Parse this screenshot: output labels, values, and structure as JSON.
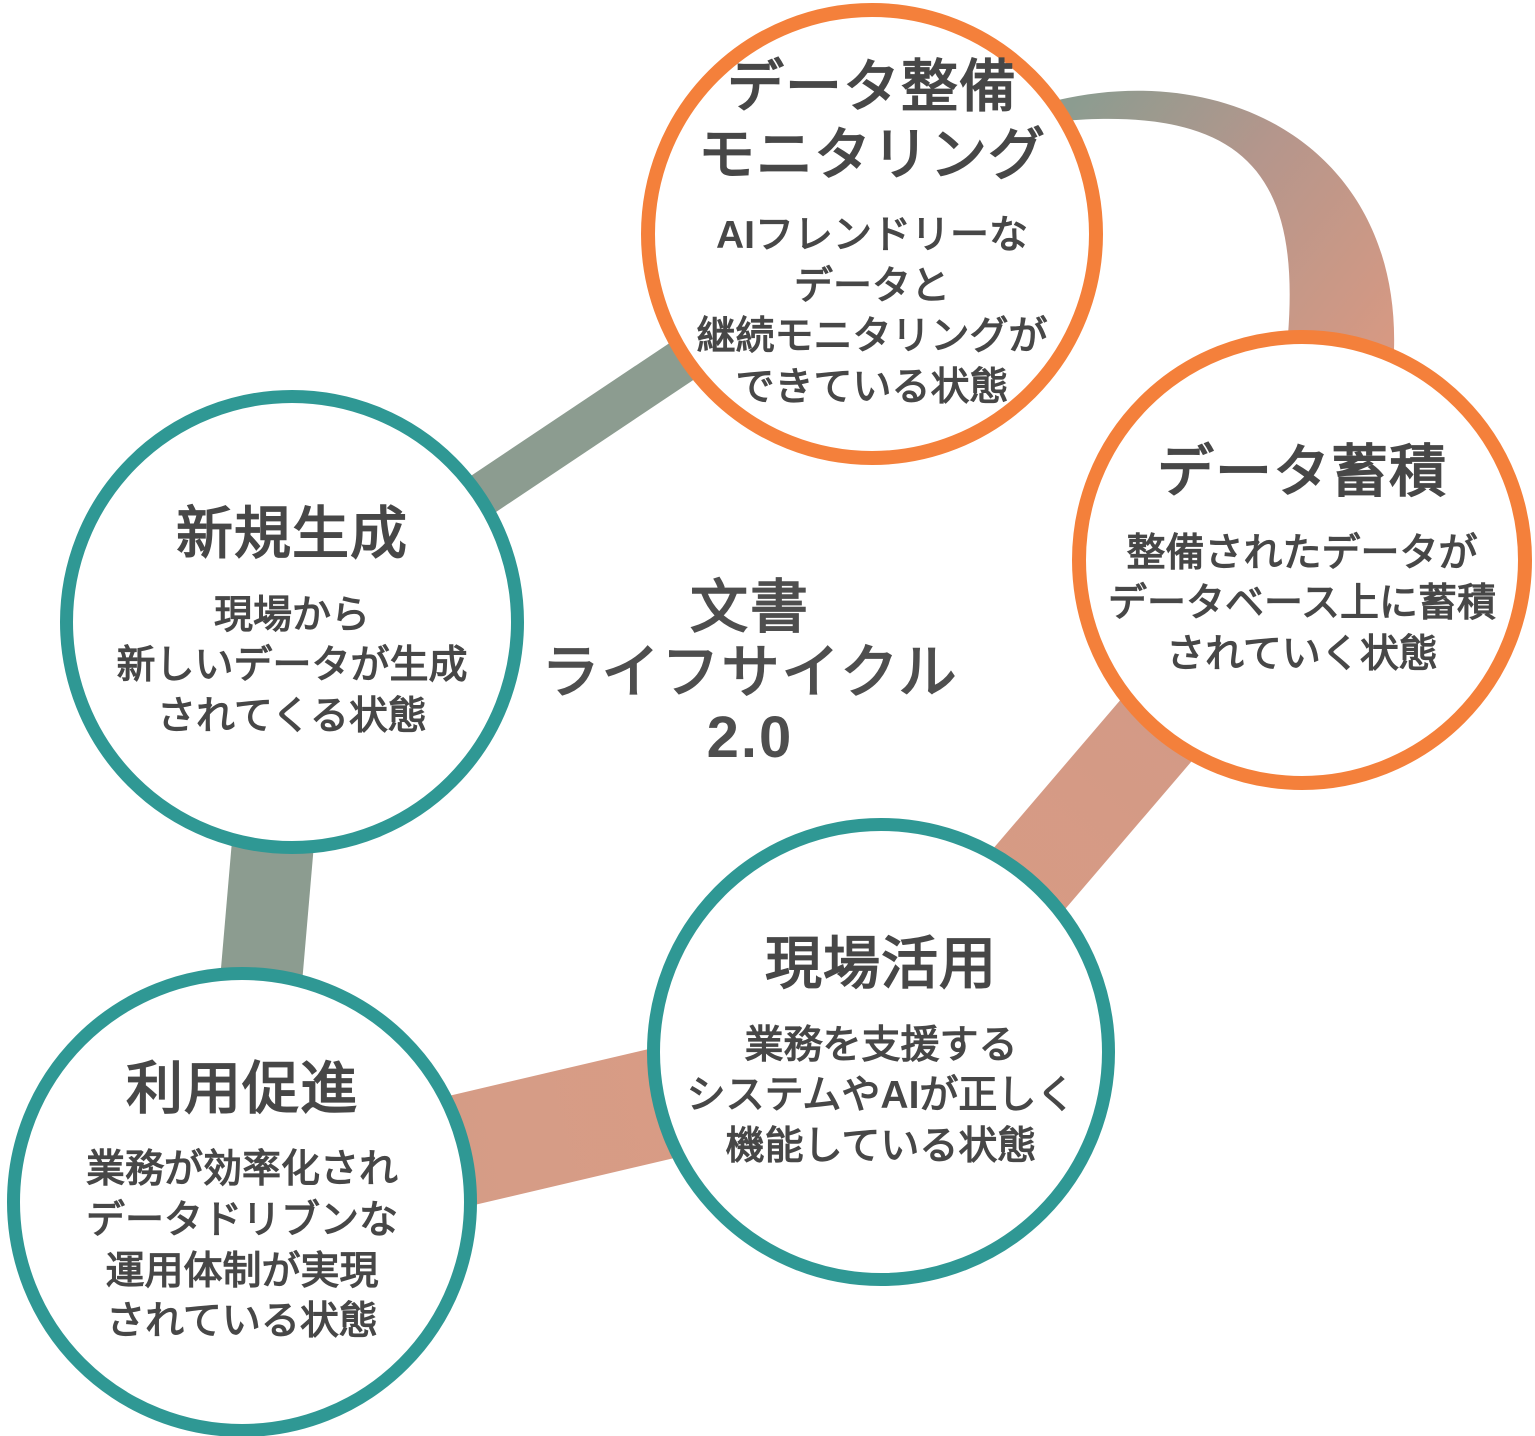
{
  "diagram_title": "文書ライフサイクル2.0",
  "center_title": {
    "lines": [
      "文書",
      "ライフサイクル",
      "2.0"
    ]
  },
  "colors": {
    "orange_border": "#F4803B",
    "teal_border": "#2F9894",
    "sage_ribbon": "#8C9C90",
    "salmon_ribbon": "#D89982",
    "text_dark": "#474747",
    "center_text": "#4E4E4E"
  },
  "nodes": [
    {
      "id": "data-preparation-monitoring",
      "accent": "#F4803B",
      "title_lines": [
        "データ整備",
        "モニタリング"
      ],
      "body_lines": [
        "AIフレンドリーな",
        "データと",
        "継続モニタリングが",
        "できている状態"
      ]
    },
    {
      "id": "data-accumulation",
      "accent": "#F4803B",
      "title_lines": [
        "データ蓄積"
      ],
      "body_lines": [
        "整備されたデータが",
        "データベース上に蓄積",
        "されていく状態"
      ]
    },
    {
      "id": "field-utilization",
      "accent": "#2F9894",
      "title_lines": [
        "現場活用"
      ],
      "body_lines": [
        "業務を支援する",
        "システムやAIが正しく",
        "機能している状態"
      ]
    },
    {
      "id": "usage-promotion",
      "accent": "#2F9894",
      "title_lines": [
        "利用促進"
      ],
      "body_lines": [
        "業務が効率化され",
        "データドリブンな",
        "運用体制が実現",
        "されている状態"
      ]
    },
    {
      "id": "new-generation",
      "accent": "#2F9894",
      "title_lines": [
        "新規生成"
      ],
      "body_lines": [
        "現場から",
        "新しいデータが生成",
        "されてくる状態"
      ]
    }
  ]
}
